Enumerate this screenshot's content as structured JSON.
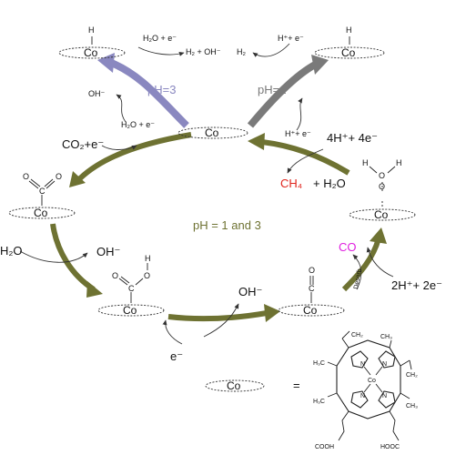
{
  "colors": {
    "olive": "#6e7232",
    "lavender": "#8a88c0",
    "gray": "#7a7a7a",
    "red": "#e0241c",
    "magenta": "#e020e0"
  },
  "labels": {
    "co": "Co",
    "h": "H",
    "o": "O",
    "c": "C",
    "n": "N",
    "h2o_e": "H₂O + e⁻",
    "h2_oh": "H₂ + OH⁻",
    "hplus_e_top": "H⁺+ e⁻",
    "h2": "H₂",
    "ph3": "pH=3",
    "ph1": "pH=1",
    "oh_left": "OH⁻",
    "h2o_e_left": "H₂O + e⁻",
    "hplus_e_right": "H⁺+ e⁻",
    "co2_e": "CO₂+e⁻",
    "fourh_foure": "4H⁺+ 4e⁻",
    "ch4": "CH₄",
    "plus_h2o": "+ H₂O",
    "center": "pH = 1 and 3",
    "h2o_mid": "H₂O",
    "oh_mid": "OH⁻",
    "oh_bottom": "OH⁻",
    "e_bottom": "e⁻",
    "co_product": "CO",
    "desorb": "Desorb",
    "twoh_twoe": "2H⁺+ 2e⁻",
    "equals": "=",
    "ch2": "CH₂",
    "ch3": "CH₃",
    "h3c": "H₃C",
    "cooh": "COOH",
    "hooc": "HOOC"
  }
}
